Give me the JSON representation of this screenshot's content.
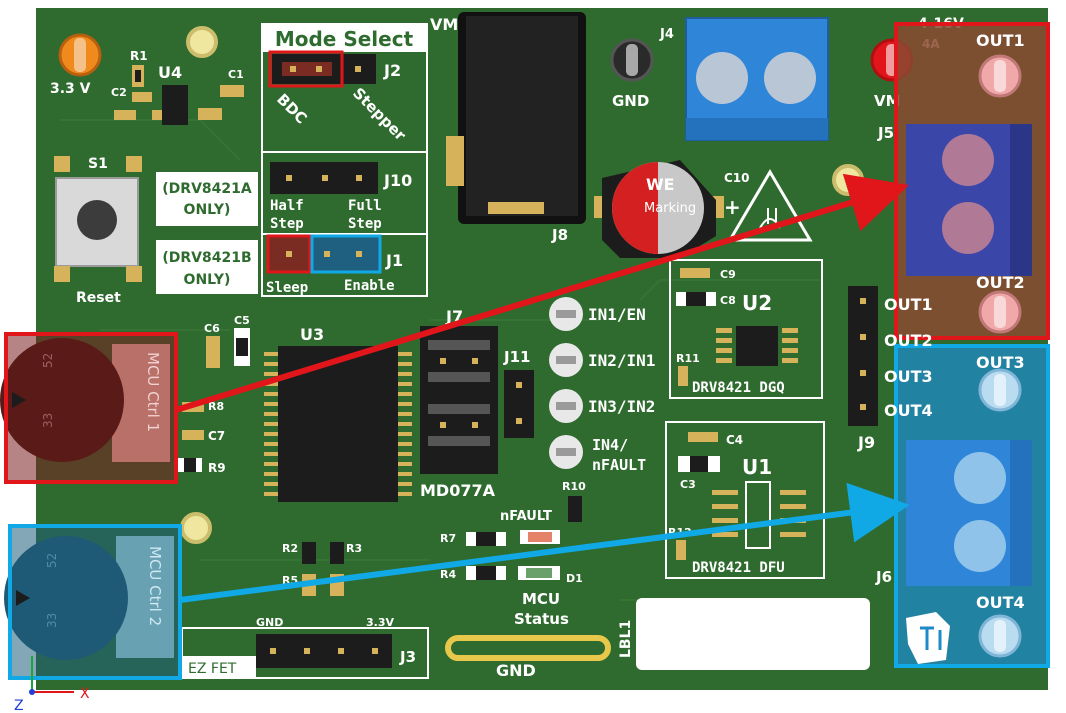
{
  "colors": {
    "pcb": "#2f6b2f",
    "pcb_dark": "#245524",
    "silk": "#ffffff",
    "highlight_red": "#e0161b",
    "highlight_blue": "#11a8e6",
    "header": "#1c1c1c",
    "gold": "#d6b35a",
    "blue_terminal": "#2f86d8"
  },
  "labels": {
    "v33": "3.3 V",
    "r1": "R1",
    "u4": "U4",
    "c2": "C2",
    "c1": "C1",
    "s1": "S1",
    "reset": "Reset",
    "drv8421a": "(DRV8421A",
    "only_a": "ONLY)",
    "drv8421b": "(DRV8421B",
    "only_b": "ONLY)",
    "mode_select": "Mode Select",
    "j2": "J2",
    "bdc": "BDC",
    "stepper": "Stepper",
    "j10": "J10",
    "half": "Half",
    "step": "Step",
    "full": "Full",
    "step2": "Step",
    "j1": "J1",
    "sleep": "Sleep",
    "enable": "Enable",
    "vm": "VM",
    "j8": "J8",
    "gnd_top": "GND",
    "j4": "J4",
    "vm_right": "VM",
    "v_range": "4-16V",
    "amp": "4A",
    "out1_top": "OUT1",
    "j5": "J5",
    "out2_top": "OUT2",
    "c10": "C10",
    "we": "WE",
    "marking": "Marking",
    "c9": "C9",
    "c8": "C8",
    "u2": "U2",
    "r11": "R11",
    "drv_dgq": "DRV8421  DGQ",
    "in1": "IN1/EN",
    "in2": "IN2/IN1",
    "in3": "IN3/IN2",
    "in4": "IN4/",
    "nfault_pad": "nFAULT",
    "j7": "J7",
    "j11": "J11",
    "md077a": "MD077A",
    "c6": "C6",
    "c5": "C5",
    "u3": "U3",
    "r8": "R8",
    "c7": "C7",
    "r9": "R9",
    "out1_hdr": "OUT1",
    "out2_hdr": "OUT2",
    "out3_hdr": "OUT3",
    "out4_hdr": "OUT4",
    "j9": "J9",
    "out3_top": "OUT3",
    "c4": "C4",
    "c3": "C3",
    "u1": "U1",
    "r10": "R10",
    "nfault": "nFAULT",
    "r7": "R7",
    "r4": "R4",
    "r2": "R2",
    "r3": "R3",
    "r5": "R5",
    "d1": "D1",
    "mcu": "MCU",
    "status": "Status",
    "r12": "R12",
    "drv_dfu": "DRV8421   DFU",
    "j6": "J6",
    "out4_bot": "OUT4",
    "gnd_hdr": "GND",
    "v33_hdr": "3.3V",
    "j3": "J3",
    "ez_fet": "EZ FET",
    "gnd_bottom": "GND",
    "lbl1": "LBL1",
    "mcu_ctrl1": "MCU Ctrl 1",
    "mcu_ctrl2": "MCU Ctrl 2",
    "n52a": "52",
    "n33a": "33",
    "n52b": "52",
    "n33b": "33",
    "axis_z": "Z",
    "axis_x": "X"
  }
}
